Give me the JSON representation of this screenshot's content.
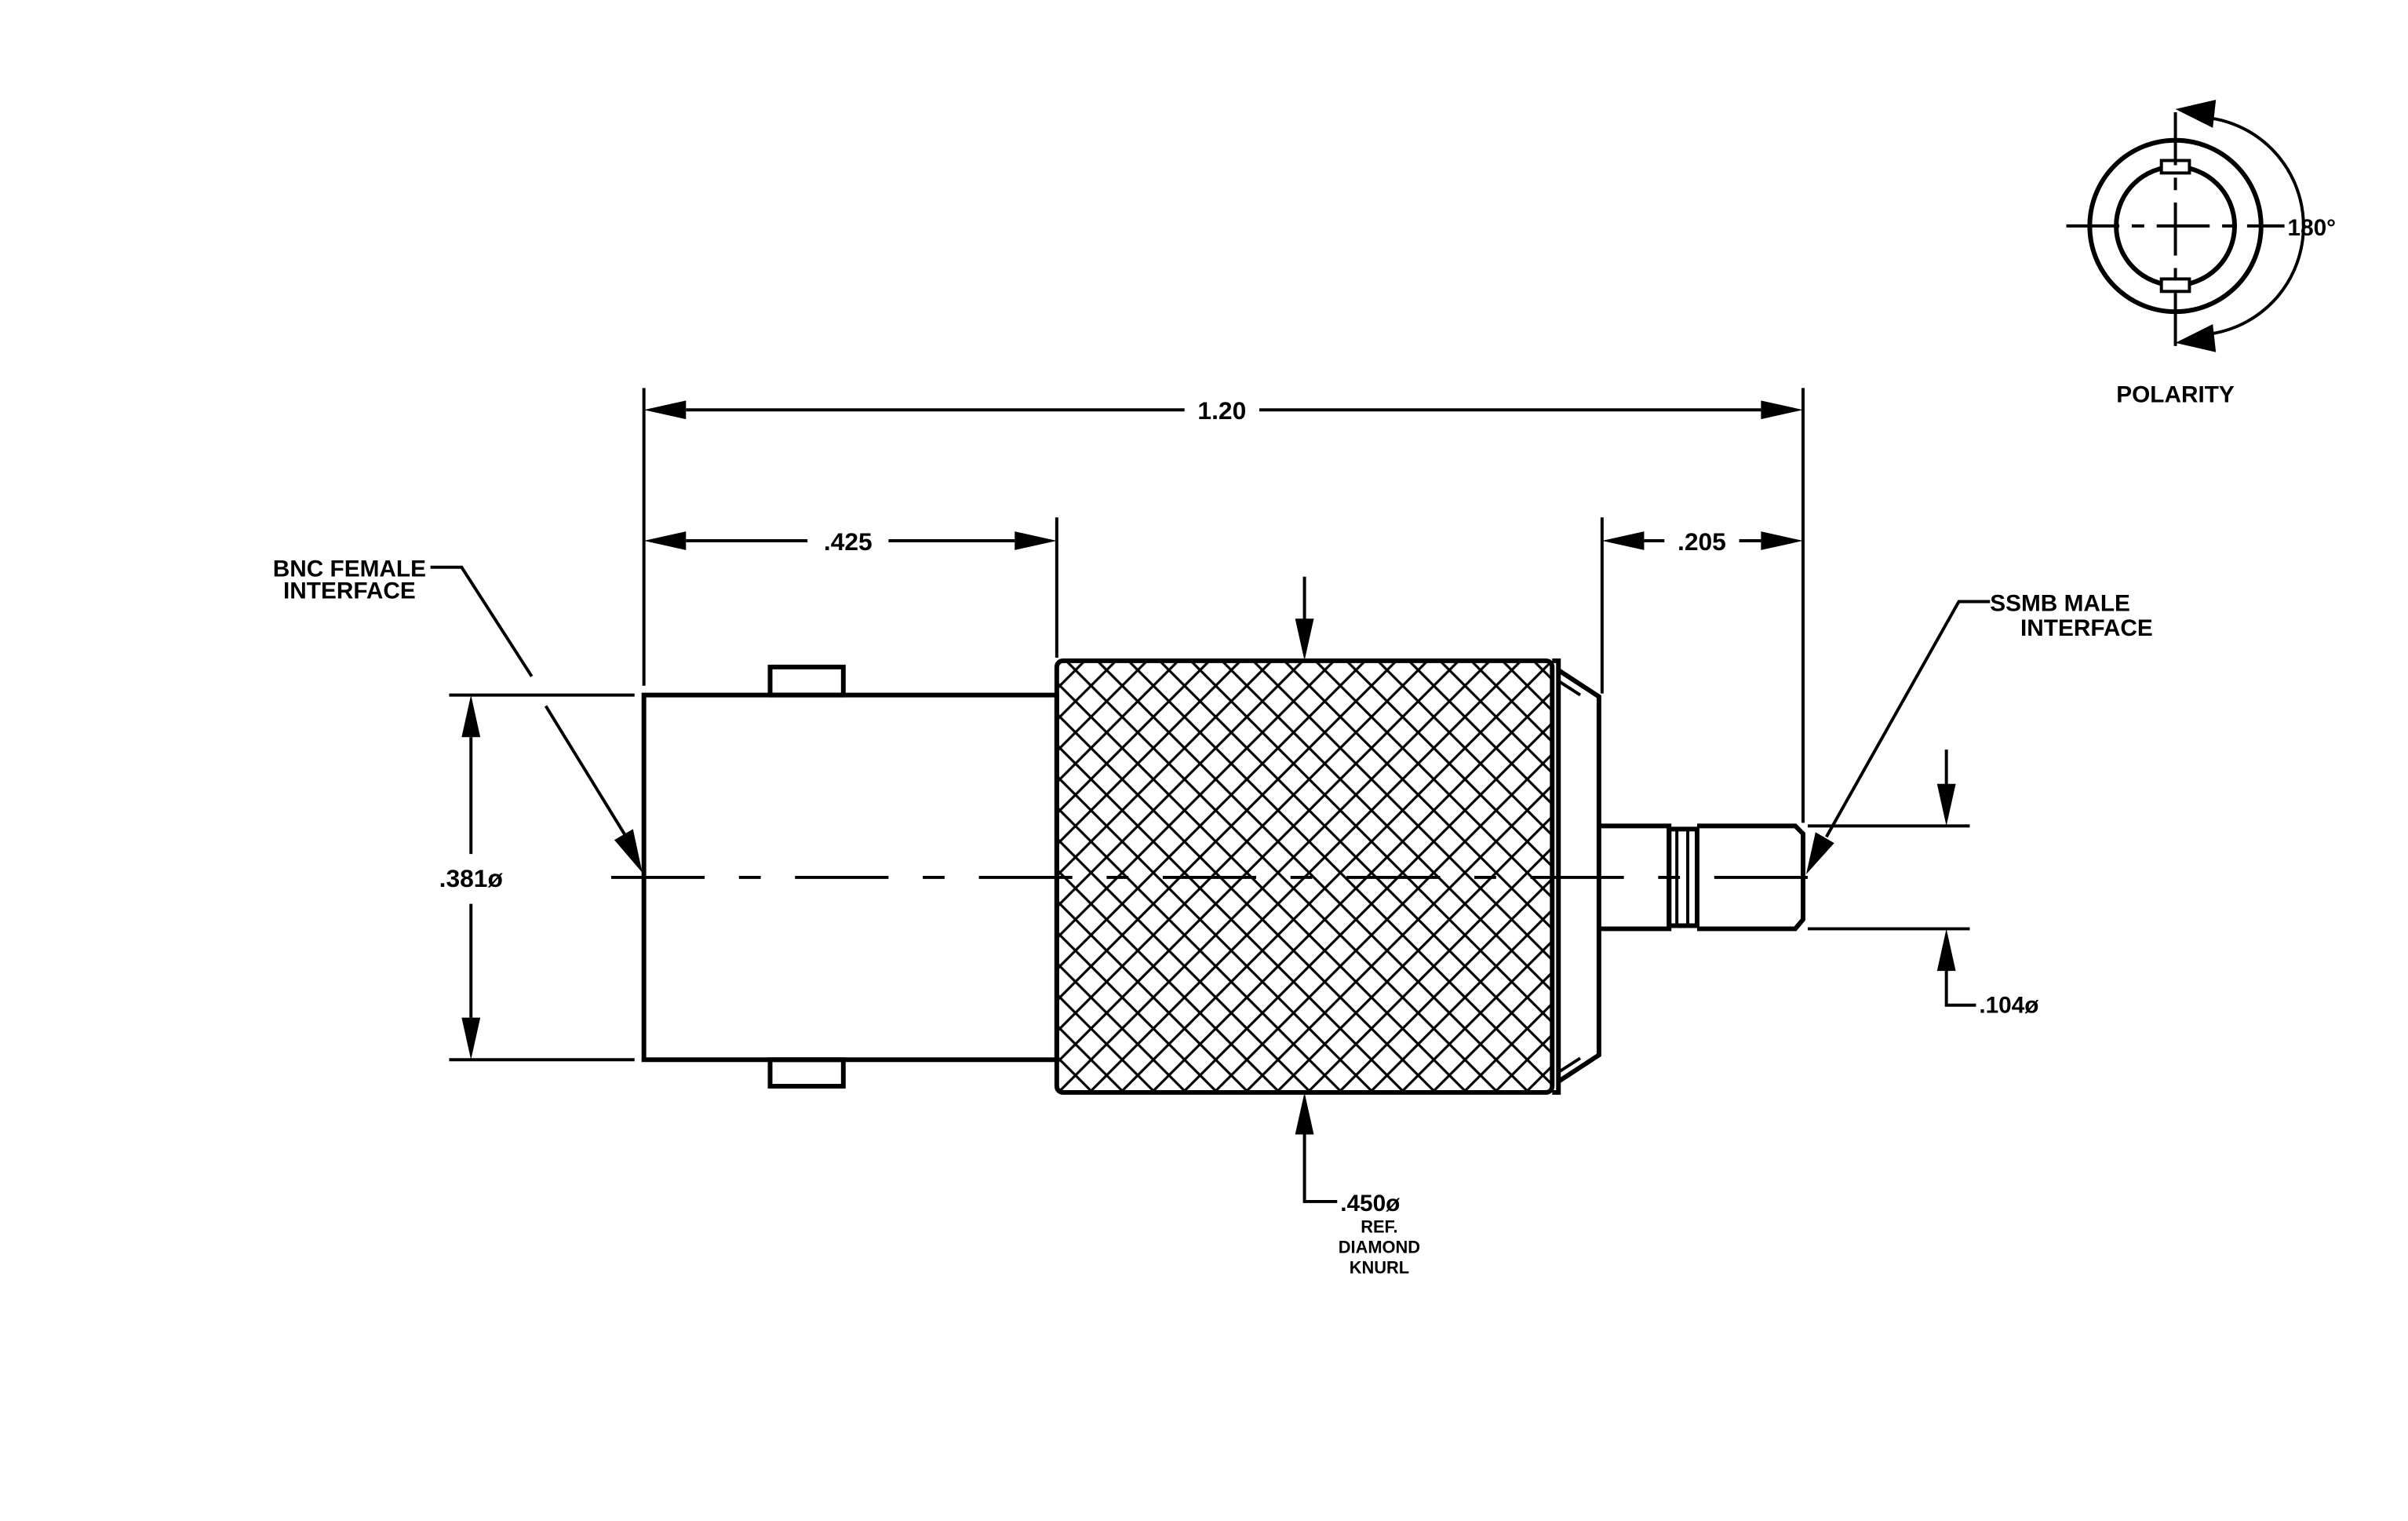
{
  "dimensions": {
    "overall_length": "1.20",
    "bnc_length": ".425",
    "ssmb_length": ".205",
    "bnc_diameter": ".381ø",
    "pin_diameter": ".104ø",
    "knurl_diameter": ".450ø"
  },
  "callouts": {
    "bnc": [
      "BNC  FEMALE",
      "INTERFACE"
    ],
    "ssmb": [
      "SSMB  MALE",
      "INTERFACE"
    ],
    "knurl": [
      "REF.",
      "DIAMOND",
      "KNURL"
    ]
  },
  "polarity": {
    "angle": "180°",
    "label": "POLARITY"
  }
}
